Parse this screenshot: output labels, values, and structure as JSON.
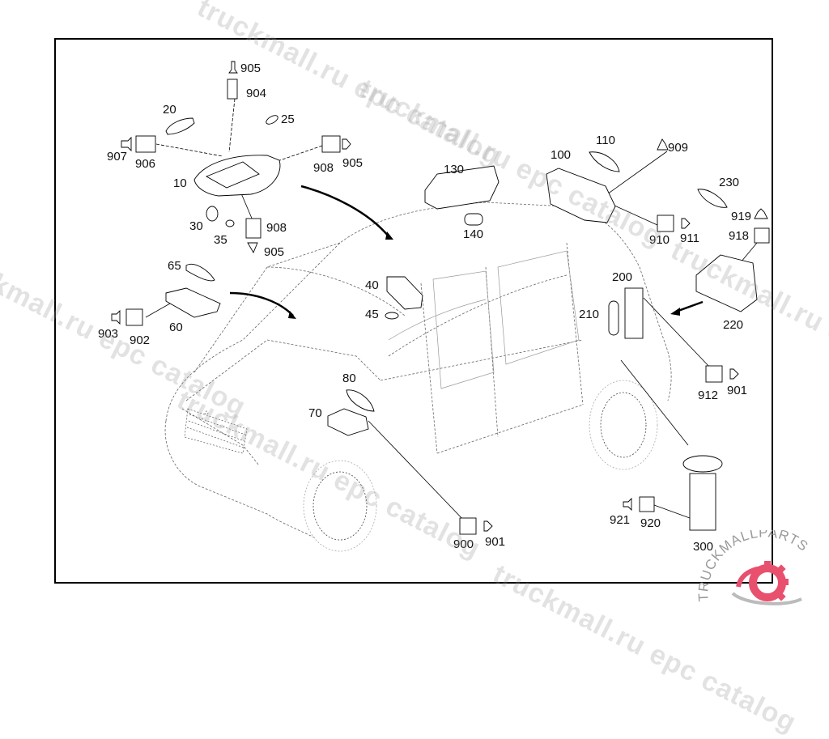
{
  "diagram": {
    "title": "Interior lighting parts diagram",
    "colors": {
      "line": "#000000",
      "car_outline": "#555555",
      "frame": "#000000",
      "watermark": "#969696",
      "logo_red": "#e8506e",
      "logo_grey": "#9a9a9a"
    },
    "callouts": [
      {
        "id": "c905a",
        "label": "905"
      },
      {
        "id": "c904",
        "label": "904"
      },
      {
        "id": "c20",
        "label": "20"
      },
      {
        "id": "c25",
        "label": "25"
      },
      {
        "id": "c907",
        "label": "907"
      },
      {
        "id": "c906",
        "label": "906"
      },
      {
        "id": "c908a",
        "label": "908"
      },
      {
        "id": "c905b",
        "label": "905"
      },
      {
        "id": "c10",
        "label": "10"
      },
      {
        "id": "c30",
        "label": "30"
      },
      {
        "id": "c35",
        "label": "35"
      },
      {
        "id": "c908b",
        "label": "908"
      },
      {
        "id": "c905c",
        "label": "905"
      },
      {
        "id": "c65",
        "label": "65"
      },
      {
        "id": "c60",
        "label": "60"
      },
      {
        "id": "c903",
        "label": "903"
      },
      {
        "id": "c902",
        "label": "902"
      },
      {
        "id": "c130",
        "label": "130"
      },
      {
        "id": "c140",
        "label": "140"
      },
      {
        "id": "c100",
        "label": "100"
      },
      {
        "id": "c110",
        "label": "110"
      },
      {
        "id": "c909",
        "label": "909"
      },
      {
        "id": "c910",
        "label": "910"
      },
      {
        "id": "c911",
        "label": "911"
      },
      {
        "id": "c230",
        "label": "230"
      },
      {
        "id": "c919",
        "label": "919"
      },
      {
        "id": "c918",
        "label": "918"
      },
      {
        "id": "c220",
        "label": "220"
      },
      {
        "id": "c40",
        "label": "40"
      },
      {
        "id": "c45",
        "label": "45"
      },
      {
        "id": "c200",
        "label": "200"
      },
      {
        "id": "c210",
        "label": "210"
      },
      {
        "id": "c80",
        "label": "80"
      },
      {
        "id": "c70",
        "label": "70"
      },
      {
        "id": "c912",
        "label": "912"
      },
      {
        "id": "c901a",
        "label": "901"
      },
      {
        "id": "c900",
        "label": "900"
      },
      {
        "id": "c901b",
        "label": "901"
      },
      {
        "id": "c921",
        "label": "921"
      },
      {
        "id": "c920",
        "label": "920"
      },
      {
        "id": "c300",
        "label": "300"
      }
    ]
  },
  "watermarks": [
    "truckmall.ru epc catalog",
    "truckmall.ru epc catalog",
    "truckmall.ru epc catalog",
    "truckmall.ru epc catalog",
    "truckmall.ru epc catalog"
  ],
  "logo": {
    "text": "TRUCKMALLPARTS"
  }
}
